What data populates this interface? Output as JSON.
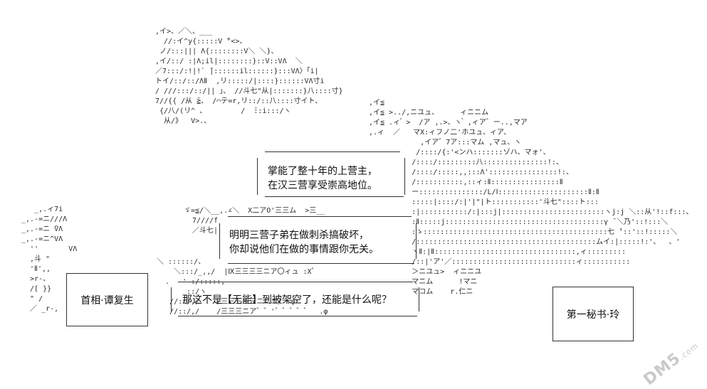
{
  "art": {
    "top": ",イ>、／＼、___\n  //:イ^y{:::::V ̄\"<>、\n ノ/:::||| Λ{::::::::V＼ ＼}、\n,イ/::/ :|Λ;il|::::::::}::V::VΛ  ＼\n／7:::/:!|!` ̄|::::::il::::::}:::VΛ〉「i|\nトイ/::/::/ΛⅡ  ,リ:::::/|::::}::::::VΛ寸i\n/ ///:::/::/|| 」、 //斗七\"从|:::::::}八::::寸}\n7//{{ /从 ̄≧、 /⌒テ=r,リ::/::八::::寸イト、\n {/八/(リ^ 、        /  ̄::i:::/ヽ\n  从/》  V>.、",
    "right": ",イ≦\n,イ≦ >../,ニユュ、     ィニニム\n,イ≦ .ィ ゙ >  /ア ,.>、ヽ ゙ ,ィア゛ー..,マア\n,.ィ  ／   マX:ィフノ二'ホユュ、ィア、\n            ,イア゛7ア:::マム ,マュ、ヽ\n           /::::/{:'<ンハ:::::::ゾハ、マォ'、\n          /::::/:::::::::八:::::::::::::::!:、\n          /::::/:::::,,:::Λ'::::::::::::::::!:、\n          /:::::::::::,::ィ:Ⅱ::::::::::::::::Ⅱ\n          ー:::::::::::::::/L/Ⅰ:::::::::::::::::::::Ⅱ:Ⅱ\n          :::::|::::/:|'|\"|ト:::::::::::'斗七\"::::ト:::\n          :|:::::::::::/:|:::j|::::::::::::::::::::::::ヽj:j ＼::从'!::f:::、\n          :Ⅱ:::::j:::::::::::::::::::::::::::::::::::::γ ̄ ＼乃'::!:::＼\n          :ゝ:::::::::::::::::::::::::::::::::::::::::::七 ̄'::'::!:::::＼\n          /::::::::::::::::::::::::::::::::::::::::::ムイ:|:::::!:'、  、'\n          ヽⅡ:|Ⅱ:::::::::::::::::::::::::::::::::,ィ:::::::::\n          /::|'ア'／:::::::::::::::::::::::::::::ィ:::::::::::\n          ＞ニユュ>  ィニニユ\n          マニム      !マニ\n          マコム    r.仁ニ",
    "left": "   _,.ィ7i\n_,.-=ニ///Λ\n_,.-=ニ ̄VΛ\n_,.-=ニ^VΛ\n  ''       VΛ\n  ,斗 \"\n  'Ⅱ',,\n  >r-、\n  /[ }}\n  \" /\n  ／ _r-,        VΛ::::::;/::",
    "bottom": "＼ ::::::/、\n    ＼:::/_,,/  |Ⅸ三三三三ニア〇ィュ :X゛\n  .   ' :/:::::,\n       ::/ヽ\n   //::/,/    /三三三三三ニニニ/ .φ\n   //::/,/    /三三三ニア゛゛'゛゛゛゛゛  .φ",
    "mid": "ゞ=≦/＼__,.∠＼  X二アO'三三ム  >三__\n  7////f\n  ／斗七|"
  },
  "speech": {
    "box1_line1": "掌能了整十年的上营主，",
    "box1_line2": "在汉三营享受崇高地位。",
    "box2_line1": "明明三营子弟在做刺杀搞破坏，",
    "box2_line2": "你却说他们在做的事情跟你无关。",
    "box3_line1": "那这不是【无能】到被架空了，还能是什么呢？"
  },
  "names": {
    "left": "首相·谭复生",
    "right": "第一秘书·玲"
  },
  "watermark": {
    "text": "DM5",
    "domain": ".com"
  }
}
